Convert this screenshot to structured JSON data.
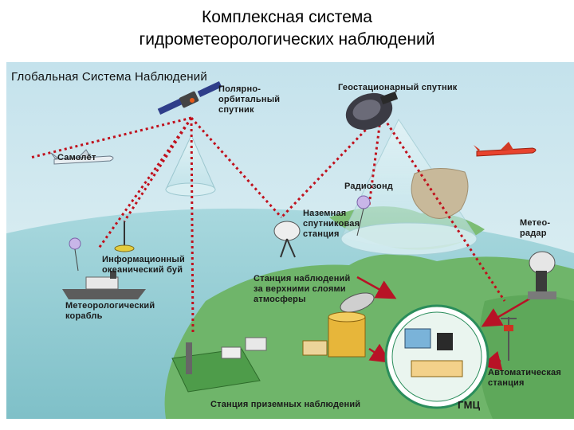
{
  "page": {
    "title_line1": "Комплексная система",
    "title_line2": "гидрометеорологических наблюдений"
  },
  "diagram": {
    "header": "Глобальная Система Наблюдений",
    "labels": {
      "polar_satellite": "Полярно-\nорбитальный\nспутник",
      "geo_satellite": "Геостационарный спутник",
      "airplane": "Самолёт",
      "radiosonde": "Радиозонд",
      "ground_sat_station": "Наземная\nспутниковая\nстанция",
      "weather_radar": "Метео-\nрадар",
      "ocean_buoy": "Информационный\nокеанический буй",
      "upper_air_station": "Станция наблюдений\nза верхними слоями\nатмосферы",
      "ship": "Метеорологический\nкорабль",
      "automatic_station": "Автоматическая\nстанция",
      "surface_station": "Станция приземных наблюдений",
      "gmc": "ГМЦ"
    },
    "colors": {
      "sky": "#cfe6ee",
      "sea": "#9ccfd6",
      "land": "#6fb56a",
      "data_link": "#c0101c",
      "flow_arrow": "#b81226"
    }
  }
}
